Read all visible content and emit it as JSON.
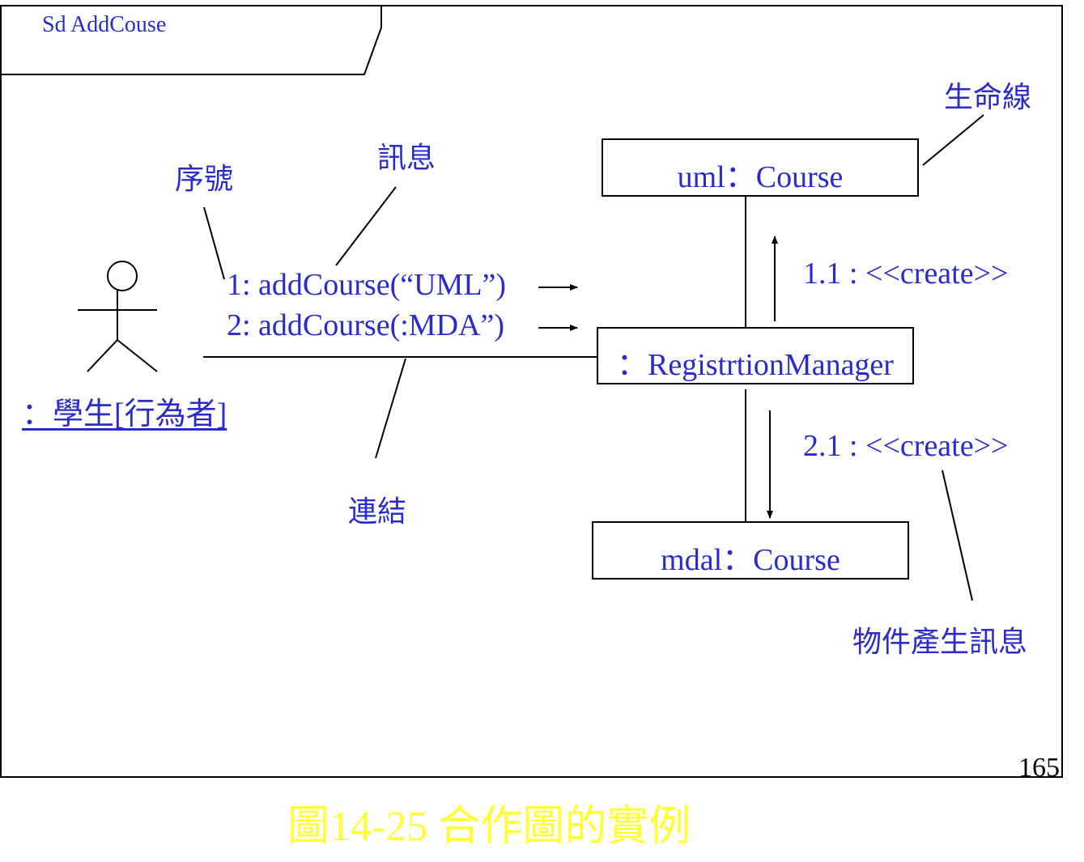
{
  "frame": {
    "label": "Sd AddCouse"
  },
  "actor": {
    "name": "：學生[行為者]"
  },
  "objects": {
    "course_uml": "uml：Course",
    "manager": "：RegistrtionManager",
    "course_mdal": "mdal：Course"
  },
  "messages": {
    "msg1": "1: addCourse(“UML”)",
    "msg2": "2: addCourse(:MDA”)",
    "msg1_1": "1.1 : <<create>>",
    "msg2_1": "2.1 : <<create>>"
  },
  "annotations": {
    "sequence_number": "序號",
    "message": "訊息",
    "lifeline": "生命線",
    "link": "連結",
    "creation_message": "物件產生訊息"
  },
  "caption": "圖14-25 合作圖的實例",
  "page_number": "165",
  "colors": {
    "text_blue": "#2b2bcc",
    "caption_yellow": "#ffff33",
    "line_black": "#000000"
  }
}
